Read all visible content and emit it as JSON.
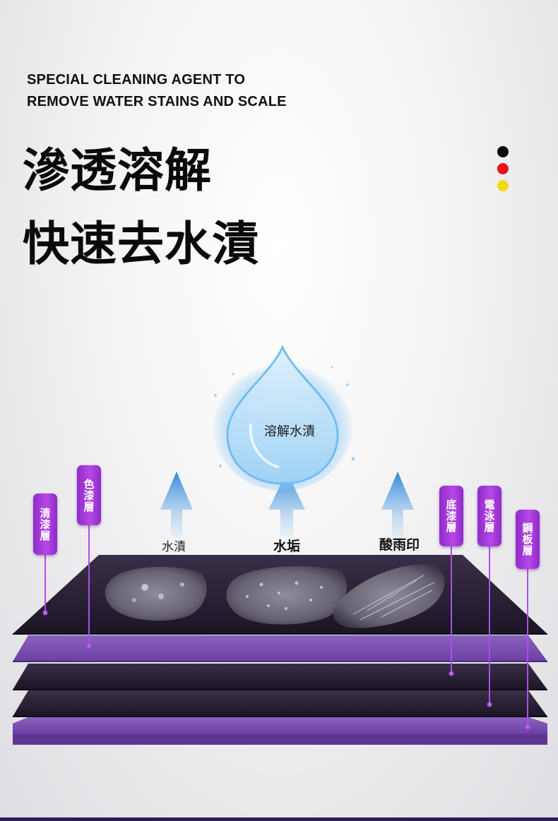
{
  "subtitle": {
    "line1": "SPECIAL CLEANING AGENT TO",
    "line2": "REMOVE WATER STAINS AND SCALE"
  },
  "headline": {
    "line1": "滲透溶解",
    "line2": "快速去水漬"
  },
  "flag_dots": [
    "#0a0a0a",
    "#e8141c",
    "#f2d80c"
  ],
  "drop": {
    "label": "溶解水漬"
  },
  "stains": [
    {
      "label": "水漬",
      "emphasis": false
    },
    {
      "label": "水垢",
      "emphasis": true
    },
    {
      "label": "酸雨印",
      "emphasis": true
    }
  ],
  "layer_tags": [
    {
      "label": "清漆層"
    },
    {
      "label": "色漆層"
    },
    {
      "label": "底漆層"
    },
    {
      "label": "電泳層"
    },
    {
      "label": "鋼板層"
    }
  ],
  "colors": {
    "accent_purple": "#a53ad9",
    "layer_dark": "#2b2138",
    "layer_purple": "#7a4fb0",
    "arrow_blue": "#3d8fd6"
  }
}
